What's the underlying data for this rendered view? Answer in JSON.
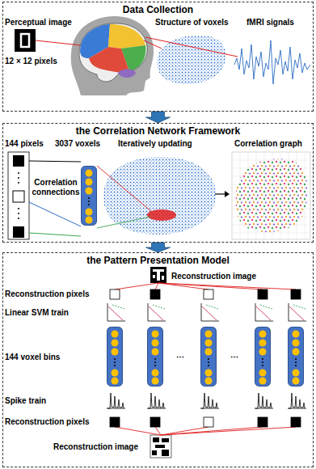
{
  "diagram": {
    "nodes": [
      {
        "text": [
          "Data Collection"
        ]
      },
      {
        "text": [
          "the Correlation Network Framework"
        ]
      },
      {
        "text": [
          "the Pattern Presentation Model"
        ]
      }
    ],
    "edges": [
      {
        "from": 0,
        "to": 1,
        "arrow": "to"
      },
      {
        "from": 1,
        "to": 2,
        "arrow": "to"
      }
    ],
    "labels": [
      "Perceptual image",
      "12 × 12 pixels",
      "Structure of voxels",
      "fMRI signals",
      "144 pixels",
      "3037 voxels",
      "Iteratively updating",
      "Correlation connections",
      "Correlation graph",
      "Reconstruction image",
      "Reconstruction pixels",
      "Linear SVM train",
      "144 voxel bins",
      "⋯",
      "⋯",
      "Spike train",
      "Reconstruction pixels",
      "Reconstruction image"
    ]
  }
}
